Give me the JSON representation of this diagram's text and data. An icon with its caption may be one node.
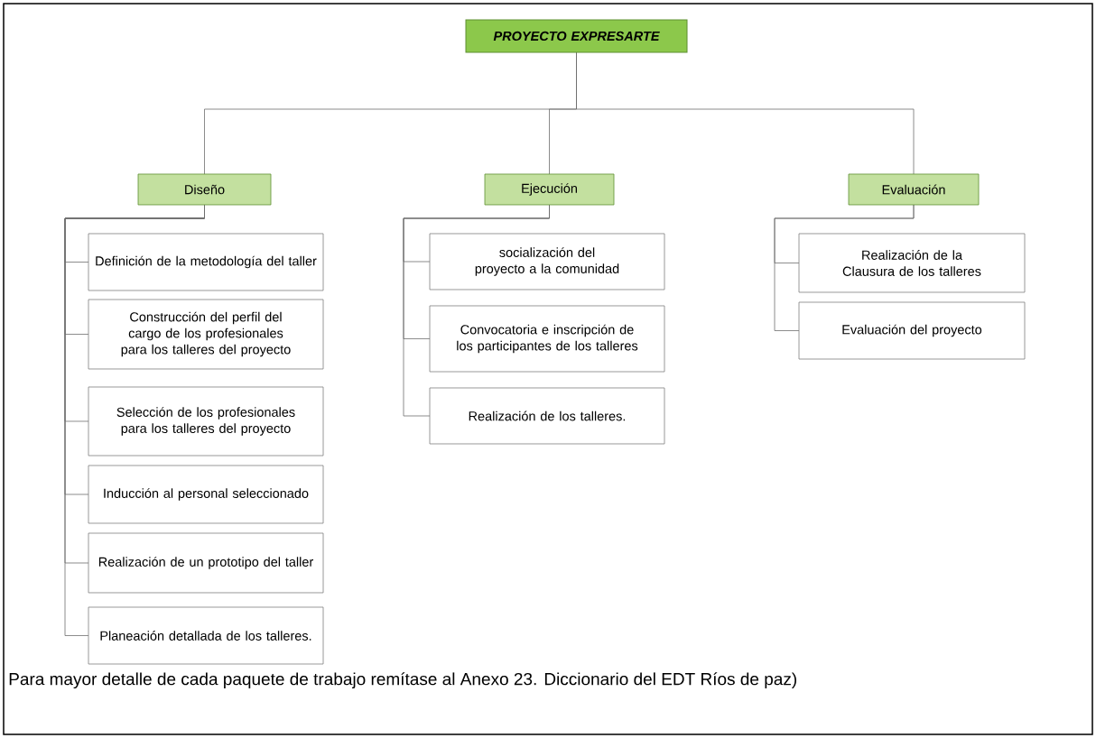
{
  "diagram": {
    "caption": "Para mayor detalle de cada paquete de trabajo remítase al Anexo 23. Diccionario del EDT Ríos de paz)",
    "nodes": [
      {
        "text": [
          "PROYECTO EXPRESARTE"
        ]
      },
      {
        "text": [
          "Diseño"
        ]
      },
      {
        "text": [
          "Ejecución"
        ]
      },
      {
        "text": [
          "Evaluación"
        ]
      },
      {
        "text": [
          "Definición de la metodología del taller"
        ]
      },
      {
        "text": [
          "Construcción del perfil del cargo de los profesionales para los talleres del proyecto"
        ]
      },
      {
        "text": [
          "Selección de los profesionales para los talleres del proyecto"
        ]
      },
      {
        "text": [
          "Inducción al personal seleccionado"
        ]
      },
      {
        "text": [
          "Realización de un prototipo del taller"
        ]
      },
      {
        "text": [
          "Planeación detallada de los talleres."
        ]
      },
      {
        "text": [
          "socialización del proyecto a la comunidad"
        ]
      },
      {
        "text": [
          "Convocatoria e inscripción de los participantes de los talleres"
        ]
      },
      {
        "text": [
          "Realización de los talleres."
        ]
      },
      {
        "text": [
          "Realización de la Clausura de los talleres"
        ]
      },
      {
        "text": [
          "Evaluación del proyecto"
        ]
      }
    ],
    "edges": [
      {
        "from": 0,
        "to": 1,
        "arrow": "none"
      },
      {
        "from": 0,
        "to": 2,
        "arrow": "none"
      },
      {
        "from": 0,
        "to": 3,
        "arrow": "none"
      },
      {
        "from": 1,
        "to": 4,
        "arrow": "none"
      },
      {
        "from": 1,
        "to": 5,
        "arrow": "none"
      },
      {
        "from": 1,
        "to": 6,
        "arrow": "none"
      },
      {
        "from": 1,
        "to": 7,
        "arrow": "none"
      },
      {
        "from": 1,
        "to": 8,
        "arrow": "none"
      },
      {
        "from": 1,
        "to": 9,
        "arrow": "none"
      },
      {
        "from": 2,
        "to": 10,
        "arrow": "none"
      },
      {
        "from": 2,
        "to": 11,
        "arrow": "none"
      },
      {
        "from": 2,
        "to": 12,
        "arrow": "none"
      },
      {
        "from": 3,
        "to": 13,
        "arrow": "none"
      },
      {
        "from": 3,
        "to": 14,
        "arrow": "none"
      }
    ]
  }
}
